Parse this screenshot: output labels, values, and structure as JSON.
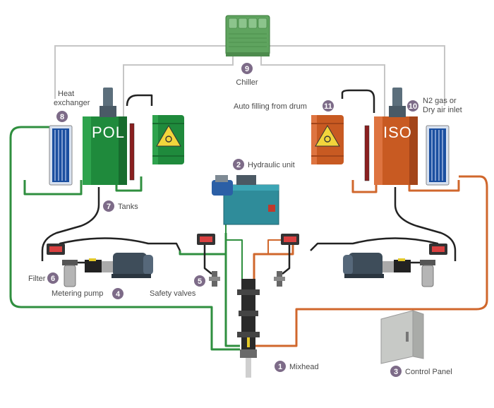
{
  "colors": {
    "badge": "#7d6b88",
    "pol_green": "#1f8a3c",
    "iso_orange": "#c85a22",
    "pipe_green": "#2f8f3f",
    "pipe_orange": "#d0672c",
    "pipe_black": "#222222",
    "pipe_gray": "#c8c8c8",
    "heat_exchanger_blue": "#1b4fa0",
    "chiller_green": "#5fa45f",
    "hydraulic_teal": "#2f8c9a"
  },
  "components": {
    "mixhead": {
      "num": "1",
      "label": "Mixhead"
    },
    "hydraulic_unit": {
      "num": "2",
      "label": "Hydraulic unit"
    },
    "control_panel": {
      "num": "3",
      "label": "Control Panel"
    },
    "metering_pump": {
      "num": "4",
      "label": "Metering pump"
    },
    "safety_valves": {
      "num": "5",
      "label": "Safety valves"
    },
    "filter": {
      "num": "6",
      "label": "Filter"
    },
    "tanks": {
      "num": "7",
      "label": "Tanks"
    },
    "heat_exchanger": {
      "num": "8",
      "label_line1": "Heat",
      "label_line2": "exchanger"
    },
    "chiller": {
      "num": "9",
      "label": "Chiller"
    },
    "n2_inlet": {
      "num": "10",
      "label_line1": "N2 gas or",
      "label_line2": "Dry air inlet"
    },
    "auto_filling": {
      "num": "11",
      "label": "Auto filling from drum"
    }
  },
  "tank_labels": {
    "pol": "POL",
    "iso": "ISO"
  },
  "icons": {
    "drum_symbol": "biohazard-icon",
    "pump": "pump-icon",
    "gauge": "gauge-icon"
  }
}
